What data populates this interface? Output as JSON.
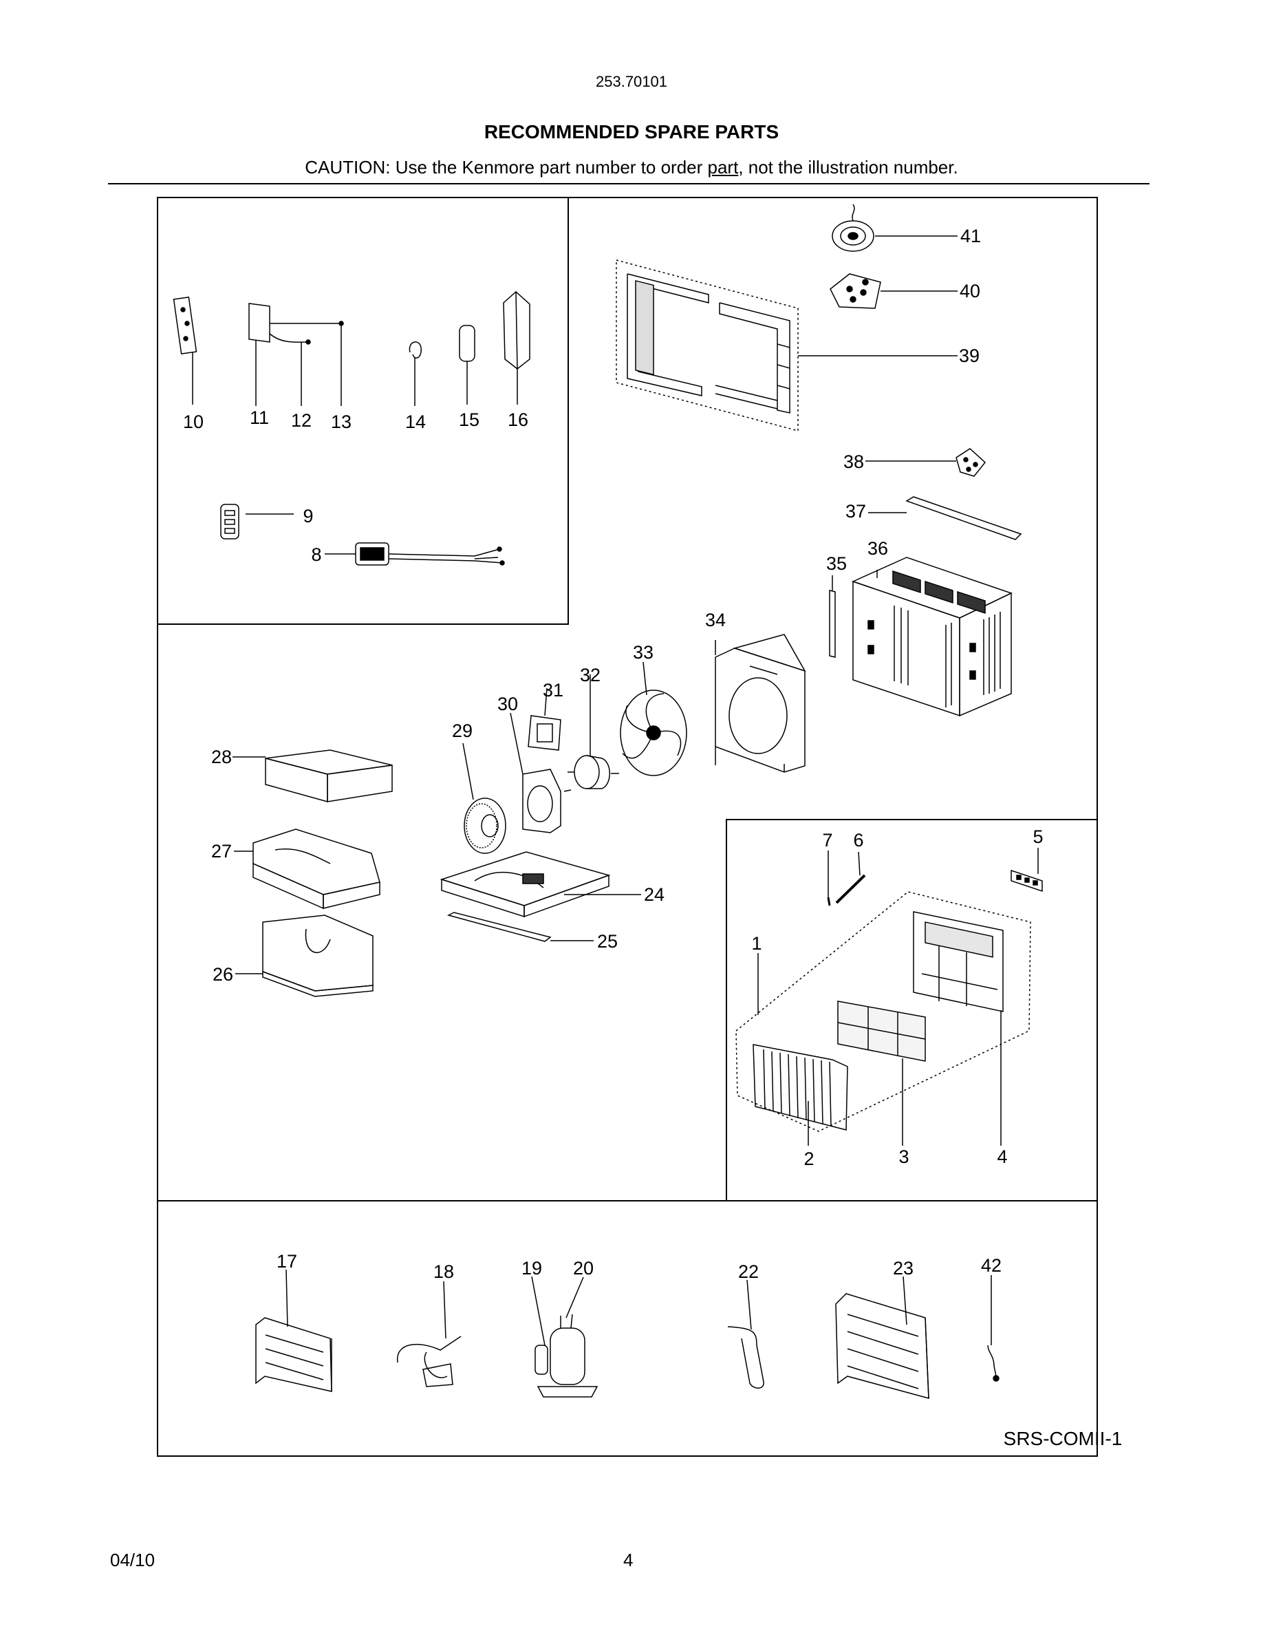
{
  "header": {
    "model": "253.70101",
    "title": "RECOMMENDED SPARE PARTS",
    "caution_prefix": "CAUTION: Use the Kenmore part number to order ",
    "caution_underlined": "part",
    "caution_suffix": ", not the illustration number."
  },
  "diagram": {
    "code": "SRS-COMII-1",
    "callouts": {
      "c1": "1",
      "c2": "2",
      "c3": "3",
      "c4": "4",
      "c5": "5",
      "c6": "6",
      "c7": "7",
      "c8": "8",
      "c9": "9",
      "c10": "10",
      "c11": "11",
      "c12": "12",
      "c13": "13",
      "c14": "14",
      "c15": "15",
      "c16": "16",
      "c17": "17",
      "c18": "18",
      "c19": "19",
      "c20": "20",
      "c22": "22",
      "c23": "23",
      "c24": "24",
      "c25": "25",
      "c26": "26",
      "c27": "27",
      "c28": "28",
      "c29": "29",
      "c30": "30",
      "c31": "31",
      "c32": "32",
      "c33": "33",
      "c34": "34",
      "c35": "35",
      "c36": "36",
      "c37": "37",
      "c38": "38",
      "c39": "39",
      "c40": "40",
      "c41": "41",
      "c42": "42"
    }
  },
  "footer": {
    "date": "04/10",
    "page": "4"
  }
}
